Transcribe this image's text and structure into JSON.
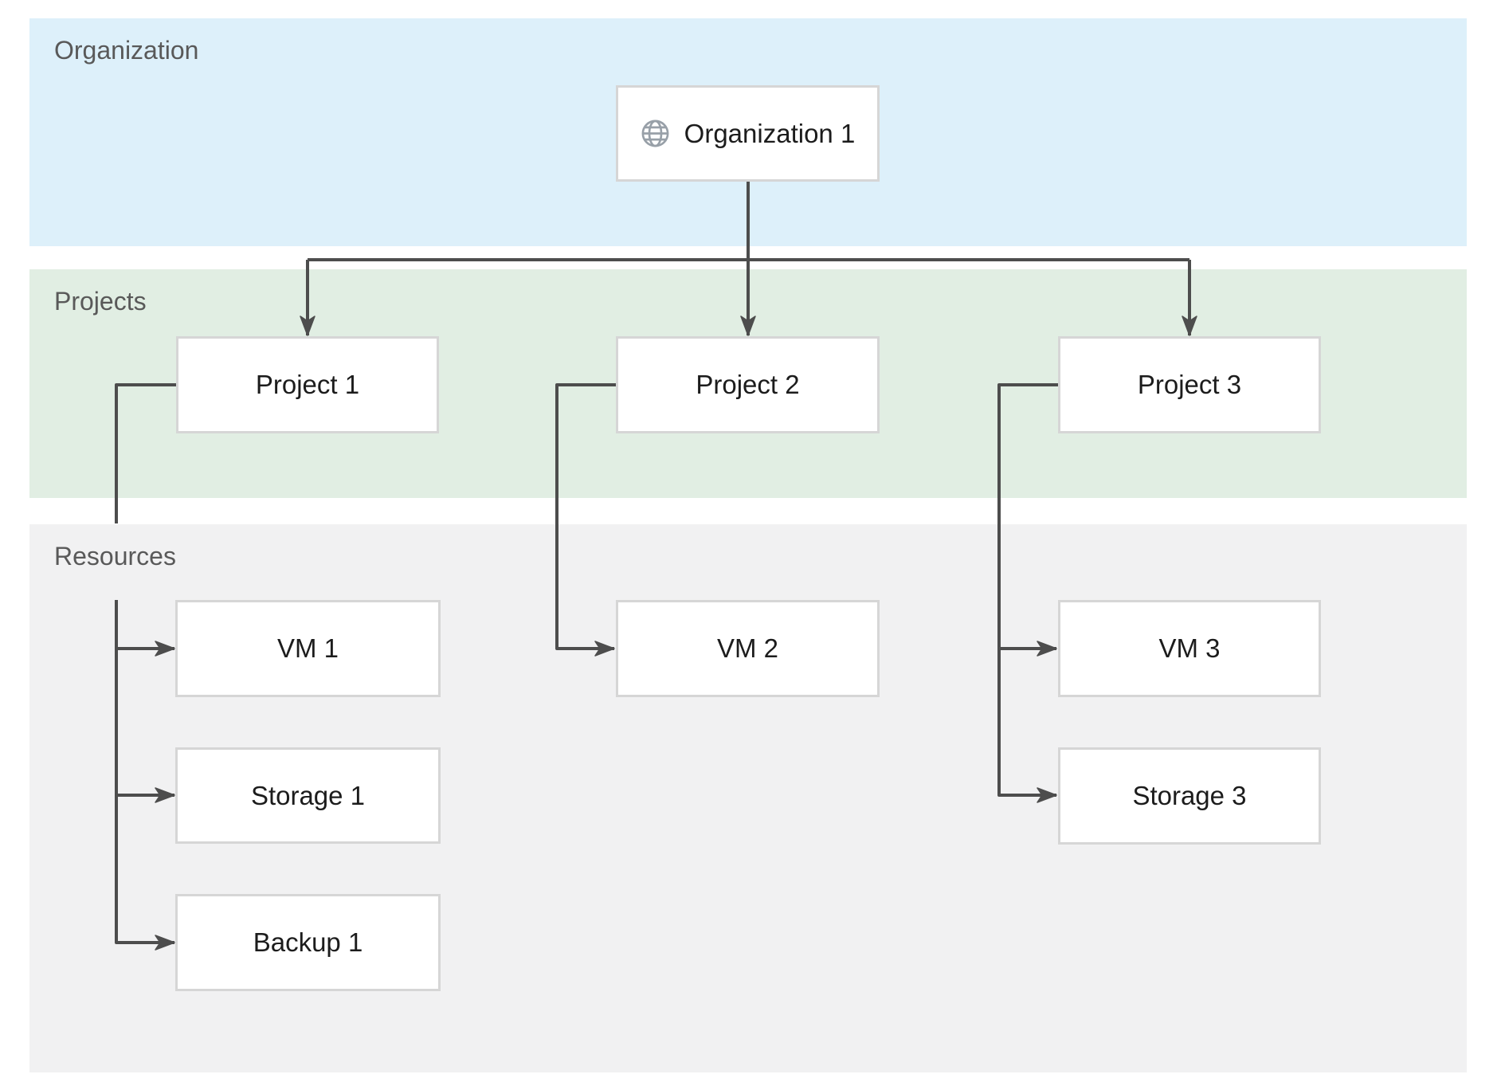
{
  "bands": {
    "organization": {
      "label": "Organization",
      "bg": "#ddf0fa"
    },
    "projects": {
      "label": "Projects",
      "bg": "#e1eee3"
    },
    "resources": {
      "label": "Resources",
      "bg": "#f1f1f2"
    }
  },
  "nodes": {
    "organization_1": {
      "label": "Organization 1",
      "icon": "globe-icon",
      "band": "organization"
    },
    "project_1": {
      "label": "Project 1",
      "band": "projects"
    },
    "project_2": {
      "label": "Project 2",
      "band": "projects"
    },
    "project_3": {
      "label": "Project 3",
      "band": "projects"
    },
    "vm_1": {
      "label": "VM 1",
      "band": "resources"
    },
    "storage_1": {
      "label": "Storage 1",
      "band": "resources"
    },
    "backup_1": {
      "label": "Backup 1",
      "band": "resources"
    },
    "vm_2": {
      "label": "VM 2",
      "band": "resources"
    },
    "vm_3": {
      "label": "VM 3",
      "band": "resources"
    },
    "storage_3": {
      "label": "Storage 3",
      "band": "resources"
    }
  },
  "edges": [
    {
      "from": "Organization 1",
      "to": "Project 1"
    },
    {
      "from": "Organization 1",
      "to": "Project 2"
    },
    {
      "from": "Organization 1",
      "to": "Project 3"
    },
    {
      "from": "Project 1",
      "to": "VM 1"
    },
    {
      "from": "Project 1",
      "to": "Storage 1"
    },
    {
      "from": "Project 1",
      "to": "Backup 1"
    },
    {
      "from": "Project 2",
      "to": "VM 2"
    },
    {
      "from": "Project 3",
      "to": "VM 3"
    },
    {
      "from": "Project 3",
      "to": "Storage 3"
    }
  ],
  "colors": {
    "connector": "#4d4d4d",
    "box_border": "#d6d6d6",
    "box_bg": "#ffffff",
    "band_label_text": "#595959",
    "node_text": "#1c1c1c",
    "globe_icon": "#98a0a8"
  }
}
